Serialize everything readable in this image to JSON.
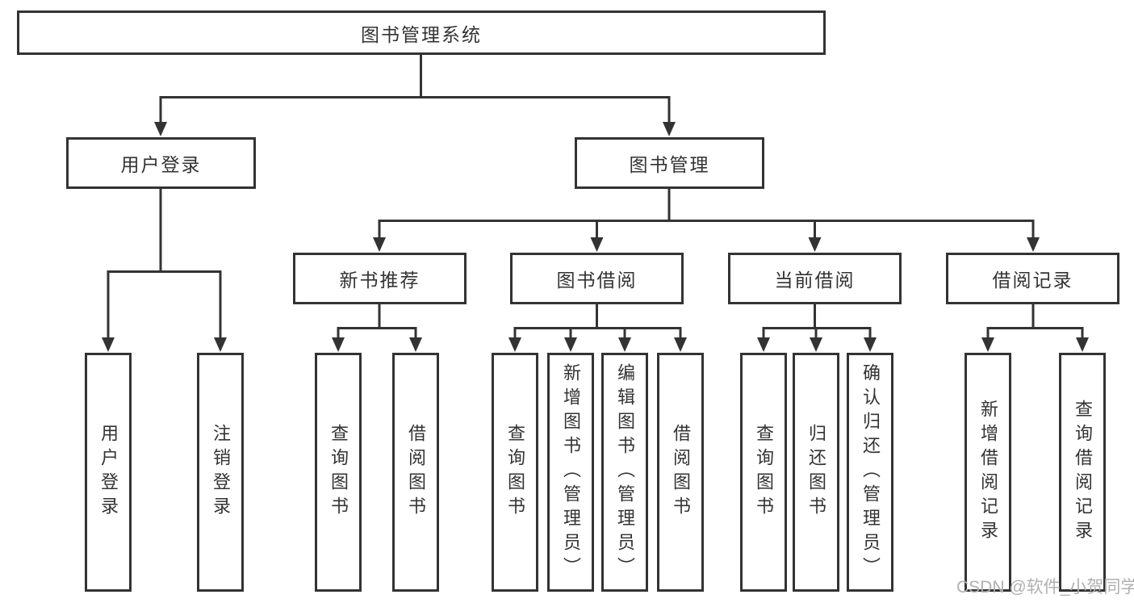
{
  "diagram": {
    "title": "图书管理系统",
    "tree": {
      "root": {
        "label": "图书管理系统",
        "children": [
          {
            "label": "用户登录",
            "children": [
              {
                "label": "用户登录"
              },
              {
                "label": "注销登录"
              }
            ]
          },
          {
            "label": "图书管理",
            "children": [
              {
                "label": "新书推荐",
                "children": [
                  {
                    "label": "查询图书"
                  },
                  {
                    "label": "借阅图书"
                  }
                ]
              },
              {
                "label": "图书借阅",
                "children": [
                  {
                    "label": "查询图书"
                  },
                  {
                    "label": "新增图书（管理员）"
                  },
                  {
                    "label": "编辑图书（管理员）"
                  },
                  {
                    "label": "借阅图书"
                  }
                ]
              },
              {
                "label": "当前借阅",
                "children": [
                  {
                    "label": "查询图书"
                  },
                  {
                    "label": "归还图书"
                  },
                  {
                    "label": "确认归还（管理员）"
                  }
                ]
              },
              {
                "label": "借阅记录",
                "children": [
                  {
                    "label": "新增借阅记录"
                  },
                  {
                    "label": "查询借阅记录"
                  }
                ]
              }
            ]
          }
        ]
      }
    },
    "colors": {
      "line": "#333333",
      "text": "#333333",
      "background": "#ffffff",
      "watermark": "#b0b0b0"
    }
  },
  "watermark": {
    "text": "CSDN @软件_小贺同学"
  }
}
